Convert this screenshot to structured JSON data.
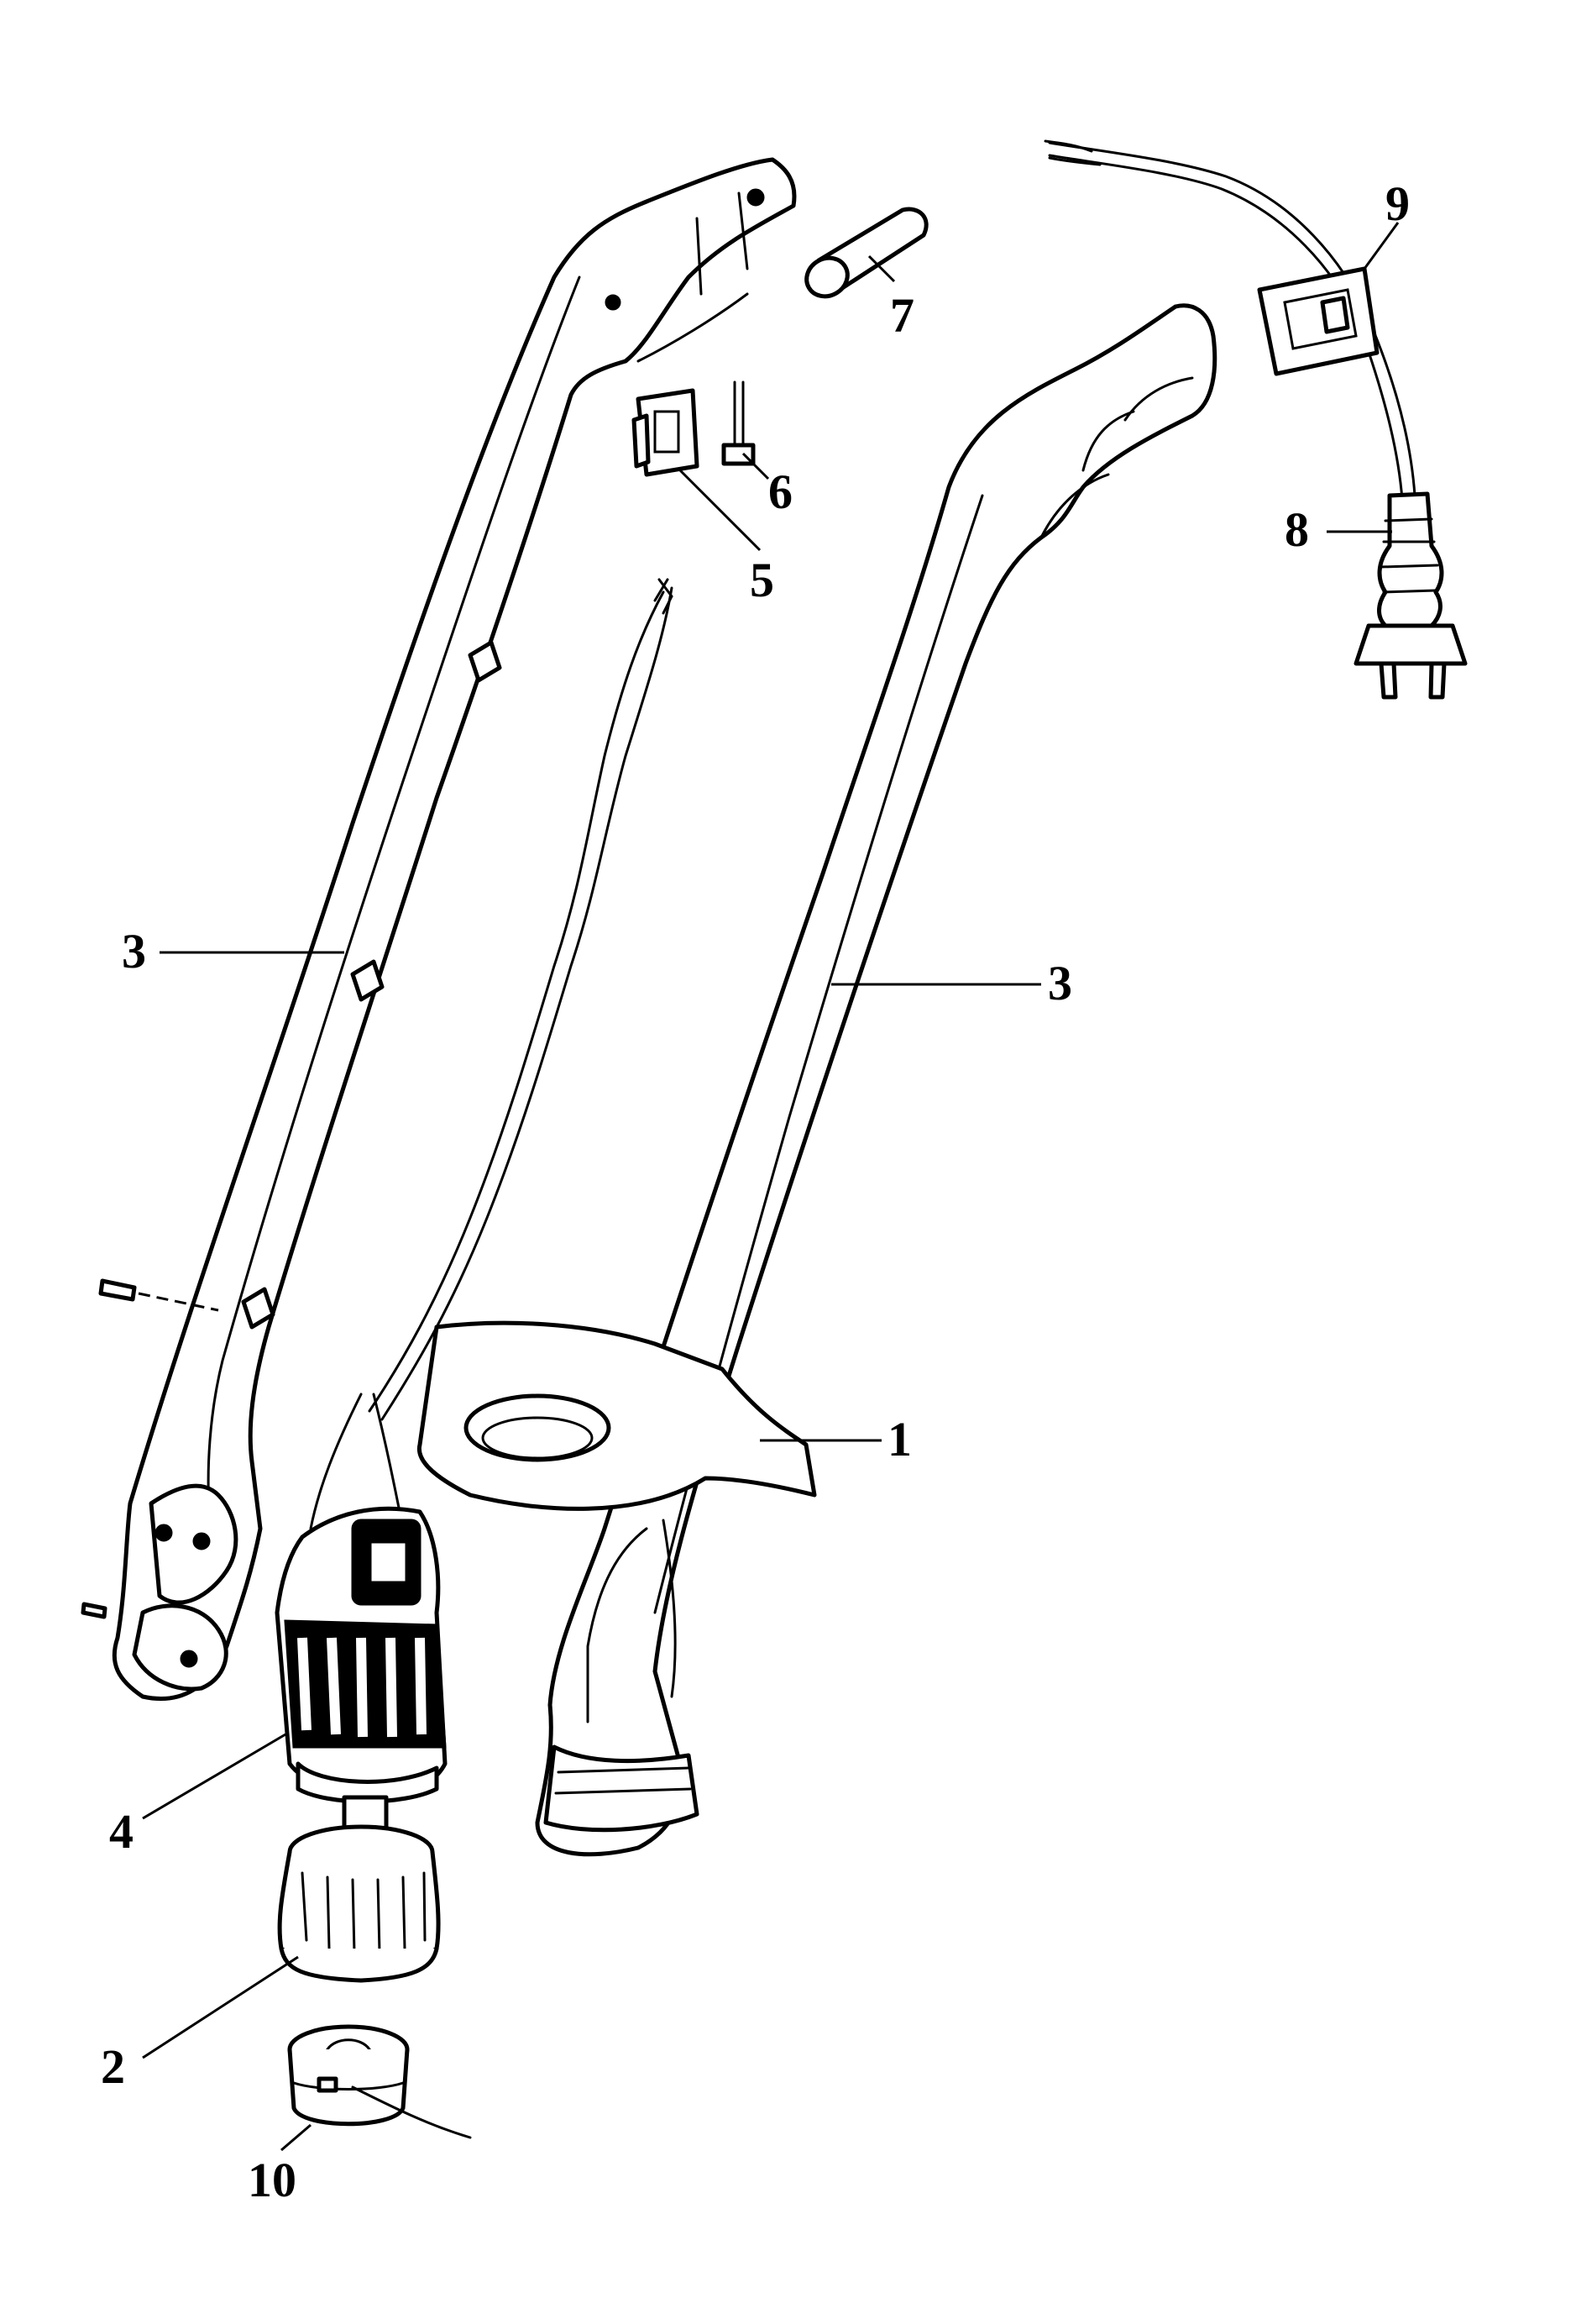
{
  "callouts": [
    {
      "id": "guard",
      "text": "1"
    },
    {
      "id": "spool-housing",
      "text": "2"
    },
    {
      "id": "housing-left",
      "text": "3"
    },
    {
      "id": "housing-right",
      "text": "3"
    },
    {
      "id": "motor",
      "text": "4"
    },
    {
      "id": "switch",
      "text": "5"
    },
    {
      "id": "terminal",
      "text": "6"
    },
    {
      "id": "cord-guard",
      "text": "7"
    },
    {
      "id": "plug-cord",
      "text": "8"
    },
    {
      "id": "cord-clip",
      "text": "9"
    },
    {
      "id": "spool",
      "text": "10"
    }
  ],
  "colors": {
    "line": "#000000",
    "background": "#ffffff"
  }
}
